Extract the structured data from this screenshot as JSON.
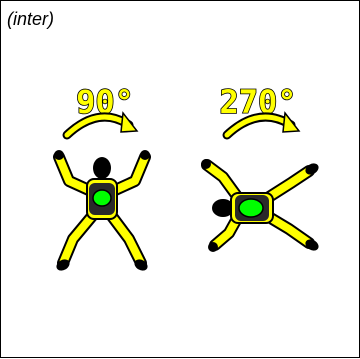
{
  "caption": "(inter)",
  "rotations": [
    {
      "label": "90°"
    },
    {
      "label": "270°"
    }
  ],
  "colors": {
    "suit": "#ffff00",
    "harness": "#2a2a2a",
    "container": "#00ff00",
    "label": "#ffff00",
    "outline": "#000000"
  }
}
